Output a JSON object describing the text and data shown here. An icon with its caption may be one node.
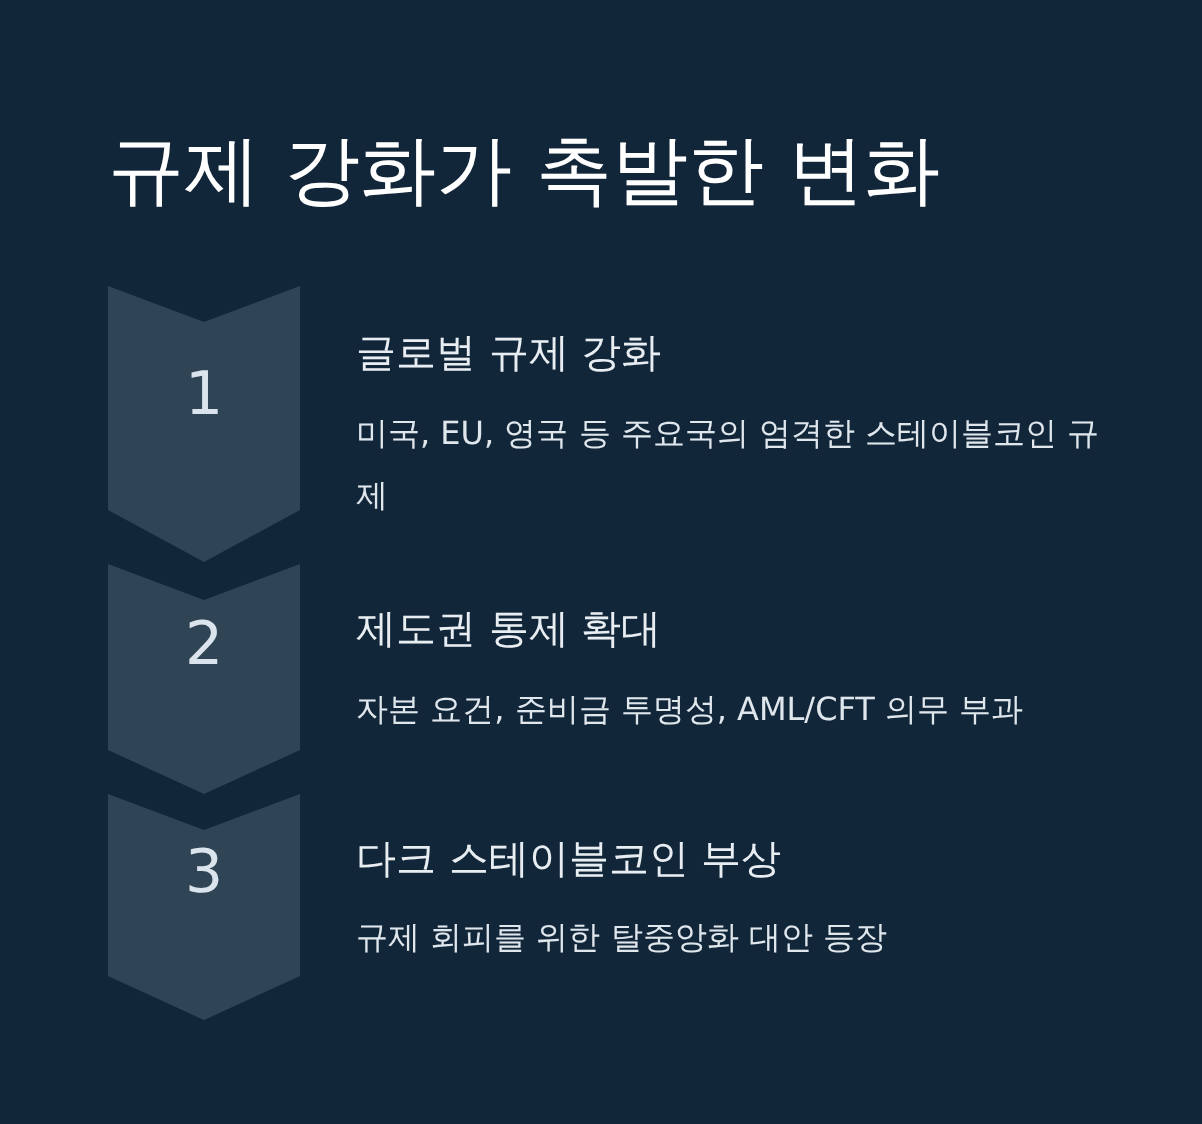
{
  "diagram": {
    "title": "규제 강화가 촉발한 변화",
    "nodes": [
      {
        "text": [
          "1"
        ],
        "beside": [
          "글로벌 규제 강화",
          "미국, EU, 영국 등 주요국의 엄격한 스테이블코인 규제"
        ]
      },
      {
        "text": [
          "2"
        ],
        "beside": [
          "제도권 통제 확대",
          "자본 요건, 준비금 투명성, AML/CFT 의무 부과"
        ]
      },
      {
        "text": [
          "3"
        ],
        "beside": [
          "다크 스테이블코인 부상",
          "규제 회피를 위한 탈중앙화 대안 등장"
        ]
      }
    ]
  }
}
